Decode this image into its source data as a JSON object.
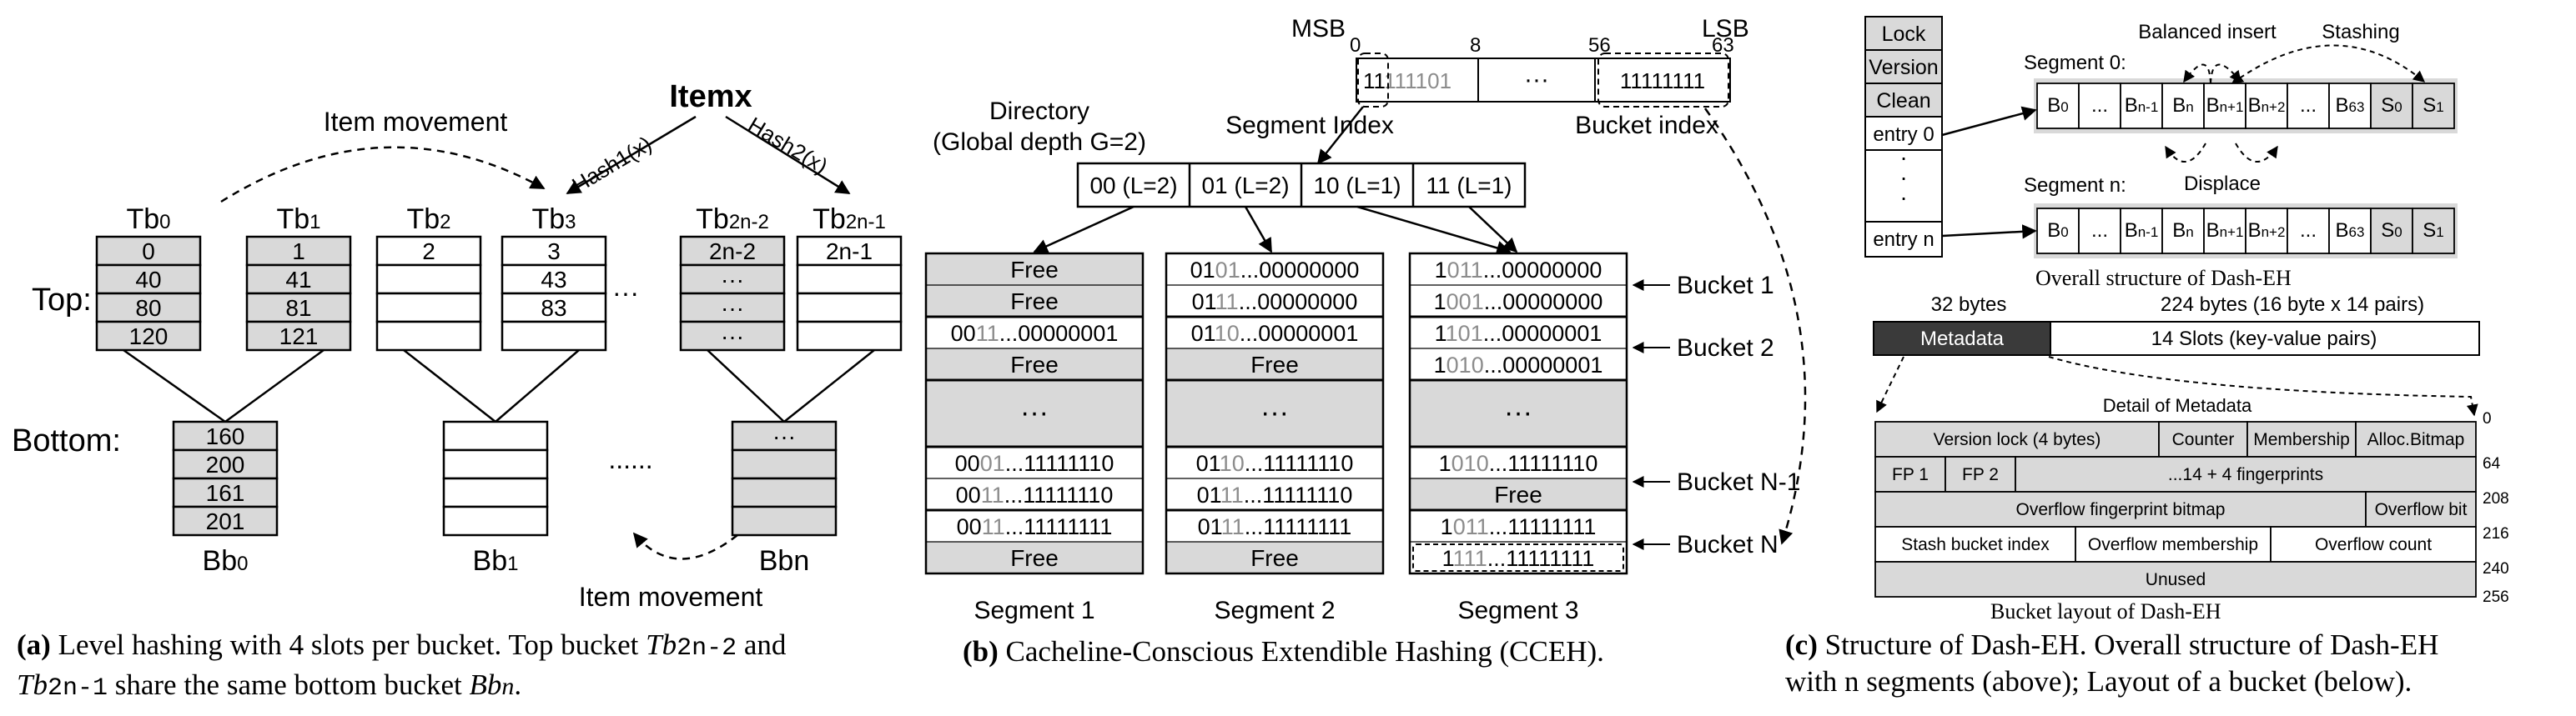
{
  "panel_a": {
    "item_label": "Itemx",
    "hash1_label": "Hash1(x)",
    "hash2_label": "Hash2(x)",
    "item_movement_top": "Item movement",
    "item_movement_bottom": "Item movement",
    "top_label": "Top:",
    "bottom_label": "Bottom:",
    "top_headers": [
      "Tb0",
      "Tb1",
      "Tb2",
      "Tb3",
      "Tb2n-2",
      "Tb2n-1"
    ],
    "tb0_cells": [
      "0",
      "40",
      "80",
      "120"
    ],
    "tb1_cells": [
      "1",
      "41",
      "81",
      "121"
    ],
    "tb2_cells": [
      "2",
      "",
      "",
      ""
    ],
    "tb3_cells": [
      "3",
      "43",
      "83",
      ""
    ],
    "tb2n2_cells": [
      "2n-2",
      "···",
      "···",
      "···"
    ],
    "tb2n1_cells": [
      "2n-1",
      "",
      "",
      ""
    ],
    "top_ellipsis": "···",
    "bb0_cells": [
      "160",
      "200",
      "161",
      "201"
    ],
    "bbn_cells": [
      "···",
      "",
      "",
      ""
    ],
    "bottom_ellipsis": "......",
    "bottom_labels": [
      "Bb0",
      "Bb1",
      "Bbn"
    ]
  },
  "panel_b": {
    "msb": "MSB",
    "lsb": "LSB",
    "bit_positions": [
      "0",
      "8",
      "56",
      "63"
    ],
    "hash_key_bold": "11",
    "hash_key_gray": "111101",
    "hash_dots": "···",
    "hash_tail": "11111111",
    "directory_title": "Directory",
    "directory_subtitle": "(Global depth G=2)",
    "segment_index_label": "Segment Index",
    "bucket_index_label": "Bucket index",
    "directory_entries": [
      "00 (L=2)",
      "01 (L=2)",
      "10 (L=1)",
      "11 (L=1)"
    ],
    "segment1": [
      {
        "text": "Free"
      },
      {
        "text": "Free"
      },
      {
        "a": "00",
        "g": "11",
        "t": "...00000001"
      },
      {
        "text": "Free"
      },
      {
        "text": "···"
      },
      {
        "a": "00",
        "g": "01",
        "t": "...11111110"
      },
      {
        "a": "00",
        "g": "11",
        "t": "...11111110"
      },
      {
        "a": "00",
        "g": "11",
        "t": "...11111111"
      },
      {
        "text": "Free"
      }
    ],
    "segment2": [
      {
        "a": "01",
        "g": "01",
        "t": "...00000000"
      },
      {
        "a": "01",
        "g": "11",
        "t": "...00000000"
      },
      {
        "a": "01",
        "g": "10",
        "t": "...00000001"
      },
      {
        "text": "Free"
      },
      {
        "text": "···"
      },
      {
        "a": "01",
        "g": "10",
        "t": "...11111110"
      },
      {
        "a": "01",
        "g": "11",
        "t": "...11111110"
      },
      {
        "a": "01",
        "g": "11",
        "t": "...11111111"
      },
      {
        "text": "Free"
      }
    ],
    "segment3": [
      {
        "a": "1",
        "g": "011",
        "t": "...00000000"
      },
      {
        "a": "1",
        "g": "001",
        "t": "...00000000"
      },
      {
        "a": "1",
        "g": "101",
        "t": "...00000001"
      },
      {
        "a": "1",
        "g": "010",
        "t": "...00000001"
      },
      {
        "text": "···"
      },
      {
        "a": "1",
        "g": "010",
        "t": "...11111110"
      },
      {
        "text": "Free"
      },
      {
        "a": "1",
        "g": "011",
        "t": "...11111111"
      },
      {
        "a": "1",
        "g": "111",
        "t": "...11111111"
      }
    ],
    "bucket_labels": [
      "Bucket 1",
      "Bucket 2",
      "Bucket N-1",
      "Bucket N"
    ],
    "segment_labels": [
      "Segment 1",
      "Segment 2",
      "Segment 3"
    ]
  },
  "panel_c": {
    "meta_boxes": [
      "Lock",
      "Version",
      "Clean"
    ],
    "entry0": "entry 0",
    "entry_n": "entry n",
    "vdots": "·\n·\n·",
    "segment0_label": "Segment 0:",
    "segment_n_label": "Segment n:",
    "balanced_insert": "Balanced insert",
    "stashing": "Stashing",
    "displace": "Displace",
    "segment_cells": [
      "B0",
      "...",
      "Bn-1",
      "Bn",
      "Bn+1",
      "Bn+2",
      "...",
      "B63",
      "S0",
      "S1"
    ],
    "overall_caption": "Overall structure of Dash-EH",
    "bytes32": "32 bytes",
    "bytes224": "224 bytes (16 byte x 14 pairs)",
    "metadata_label": "Metadata",
    "slots_label": "14 Slots (key-value pairs)",
    "detail_title": "Detail of Metadata",
    "offsets": [
      "0",
      "64",
      "208",
      "216",
      "240",
      "256"
    ],
    "row1": [
      "Version lock (4 bytes)",
      "Counter",
      "Membership",
      "Alloc.Bitmap"
    ],
    "row2": [
      "FP 1",
      "FP 2",
      "...14 + 4 fingerprints"
    ],
    "row3": [
      "Overflow fingerprint bitmap",
      "Overflow bit"
    ],
    "row4": [
      "Stash bucket index",
      "Overflow membership",
      "Overflow count"
    ],
    "row5": [
      "Unused"
    ],
    "bucket_caption": "Bucket layout of Dash-EH"
  },
  "captions": {
    "a_label": "(a)",
    "a_text1": " Level hashing with 4 slots per bucket. Top bucket ",
    "a_tb2n2": "Tb",
    "a_tb2n2_sub": "2n-2",
    "a_and": " and",
    "a_tb2n1": "Tb",
    "a_tb2n1_sub": "2n-1",
    "a_text2": " share the same bottom bucket ",
    "a_bbn": "Bb",
    "a_bbn_sub": "n",
    "a_end": ".",
    "b_label": "(b)",
    "b_text": "  Cacheline-Conscious Extendible Hashing (CCEH).",
    "c_label": "(c)",
    "c_line1": "  Structure of Dash-EH. Overall structure of Dash-EH",
    "c_line2": "with n segments (above);  Layout of a bucket (below)."
  },
  "colors": {
    "gray_fill": "#d9d9d9",
    "dark_fill": "#3a3a3a",
    "gray_text": "#8c8c8c",
    "line": "#000000"
  }
}
